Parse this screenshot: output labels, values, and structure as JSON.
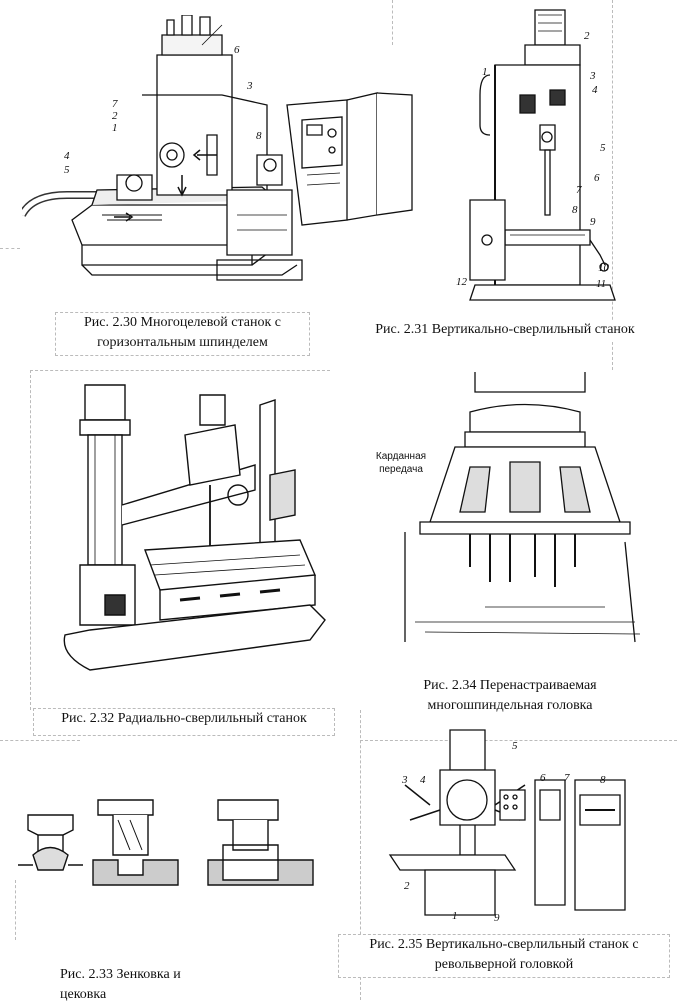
{
  "figures": {
    "f230": {
      "caption": "Рис. 2.30 Многоцелевой станок с горизонтальным шпинделем",
      "labels": [
        "6",
        "3",
        "7",
        "2",
        "1",
        "8",
        "4",
        "5"
      ]
    },
    "f231": {
      "caption": "Рис. 2.31 Вертикально-сверлильный  станок",
      "labels": [
        "1",
        "2",
        "3",
        "4",
        "5",
        "6",
        "7",
        "8",
        "9",
        "10",
        "11",
        "12"
      ]
    },
    "f232": {
      "caption": "Рис. 2.32 Радиально-сверлильный станок"
    },
    "f234": {
      "caption": "Рис. 2.34 Перенастраиваемая многошпиндельная головка",
      "annotation": "Карданная передача"
    },
    "f233": {
      "caption": "Рис. 2.33 Зенковка и цековка"
    },
    "f235": {
      "caption": "Рис. 2.35 Вертикально-сверлильный станок с револьверной головкой",
      "labels": [
        "3",
        "4",
        "5",
        "6",
        "7",
        "8",
        "2",
        "1",
        "9"
      ]
    }
  }
}
